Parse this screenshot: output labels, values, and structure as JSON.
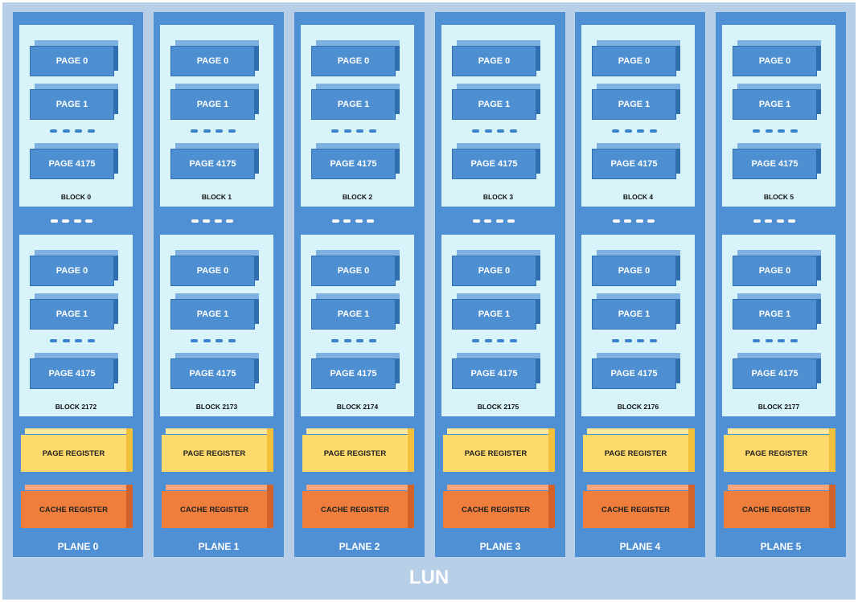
{
  "lun_label": "LUN",
  "dots": "• • • •",
  "planes": [
    {
      "label": "PLANE 0",
      "blocks": [
        {
          "label": "BLOCK 0",
          "pages": [
            "PAGE 0",
            "PAGE 1",
            "PAGE 4175"
          ]
        },
        {
          "label": "BLOCK 2172",
          "pages": [
            "PAGE 0",
            "PAGE 1",
            "PAGE 4175"
          ]
        }
      ],
      "page_register": "PAGE REGISTER",
      "cache_register": "CACHE REGISTER"
    },
    {
      "label": "PLANE 1",
      "blocks": [
        {
          "label": "BLOCK 1",
          "pages": [
            "PAGE 0",
            "PAGE 1",
            "PAGE 4175"
          ]
        },
        {
          "label": "BLOCK 2173",
          "pages": [
            "PAGE 0",
            "PAGE 1",
            "PAGE 4175"
          ]
        }
      ],
      "page_register": "PAGE REGISTER",
      "cache_register": "CACHE REGISTER"
    },
    {
      "label": "PLANE 2",
      "blocks": [
        {
          "label": "BLOCK 2",
          "pages": [
            "PAGE 0",
            "PAGE 1",
            "PAGE 4175"
          ]
        },
        {
          "label": "BLOCK 2174",
          "pages": [
            "PAGE 0",
            "PAGE 1",
            "PAGE 4175"
          ]
        }
      ],
      "page_register": "PAGE REGISTER",
      "cache_register": "CACHE REGISTER"
    },
    {
      "label": "PLANE 3",
      "blocks": [
        {
          "label": "BLOCK 3",
          "pages": [
            "PAGE 0",
            "PAGE 1",
            "PAGE 4175"
          ]
        },
        {
          "label": "BLOCK 2175",
          "pages": [
            "PAGE 0",
            "PAGE 1",
            "PAGE 4175"
          ]
        }
      ],
      "page_register": "PAGE REGISTER",
      "cache_register": "CACHE REGISTER"
    },
    {
      "label": "PLANE 4",
      "blocks": [
        {
          "label": "BLOCK 4",
          "pages": [
            "PAGE 0",
            "PAGE 1",
            "PAGE 4175"
          ]
        },
        {
          "label": "BLOCK 2176",
          "pages": [
            "PAGE 0",
            "PAGE 1",
            "PAGE 4175"
          ]
        }
      ],
      "page_register": "PAGE REGISTER",
      "cache_register": "CACHE REGISTER"
    },
    {
      "label": "PLANE 5",
      "blocks": [
        {
          "label": "BLOCK 5",
          "pages": [
            "PAGE 0",
            "PAGE 1",
            "PAGE 4175"
          ]
        },
        {
          "label": "BLOCK 2177",
          "pages": [
            "PAGE 0",
            "PAGE 1",
            "PAGE 4175"
          ]
        }
      ],
      "page_register": "PAGE REGISTER",
      "cache_register": "CACHE REGISTER"
    }
  ],
  "colors": {
    "lun_background": "#b8cfe8",
    "plane": "#4f8fd4",
    "block": "#d8f4fa",
    "page": "#4d8fd1",
    "page_register": "#fed96b",
    "cache_register": "#ef7d3b"
  }
}
